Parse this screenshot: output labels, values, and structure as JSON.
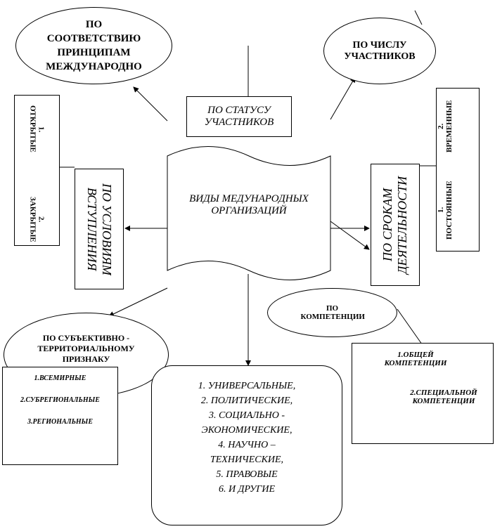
{
  "center": {
    "title": "ВИДЫ МЕДУНАРОДНЫХ ОРГАНИЗАЦИЙ"
  },
  "principles": {
    "title": "ПО СООТВЕТСТВИЮ ПРИНЦИПАМ МЕЖДУНАРОДНО"
  },
  "status": {
    "title": "ПО СТАТУСУ УЧАСТНИКОВ"
  },
  "count": {
    "title": "ПО ЧИСЛУ УЧАСТНИКОВ"
  },
  "entry": {
    "title": "ПО УСЛОВИЯМ ВСТУПЛЕНИЯ",
    "items": [
      "1. ОТКРЫТЫЕ",
      "2. ЗАКРЫТЫЕ"
    ]
  },
  "term": {
    "title": "ПО СРОКАМ ДЕЯТЕЛЬНОСТИ",
    "items": [
      "1.   ПОСТОЯННЫЕ",
      "2.   ВРЕМЕННЫЕ"
    ]
  },
  "competence": {
    "title": "ПО КОМПЕТЕНЦИИ",
    "items": [
      "1.ОБЩЕЙ КОМПЕТЕНЦИИ",
      "2.СПЕЦИАЛЬНОЙ КОМПЕТЕНЦИИ"
    ]
  },
  "territory": {
    "title": "ПО СУБЪЕКТИВНО - ТЕРРИТОРИАЛЬНОМУ ПРИЗНАКУ",
    "items": [
      "1.ВСЕМИРНЫЕ",
      "2.СУБРЕГИОНАЛЬНЫЕ",
      "3.РЕГИОНАЛЬНЫЕ"
    ]
  },
  "goals": {
    "items": [
      "1.   УНИВЕРСАЛЬНЫЕ,",
      "2.   ПОЛИТИЧЕСКИЕ,",
      "3.   СОЦИАЛЬНО - ЭКОНОМИЧЕСКИЕ,",
      "4.   НАУЧНО – ТЕХНИЧЕСКИЕ,",
      "5.   ПРАВОВЫЕ",
      "6.   И ДРУГИЕ"
    ]
  }
}
